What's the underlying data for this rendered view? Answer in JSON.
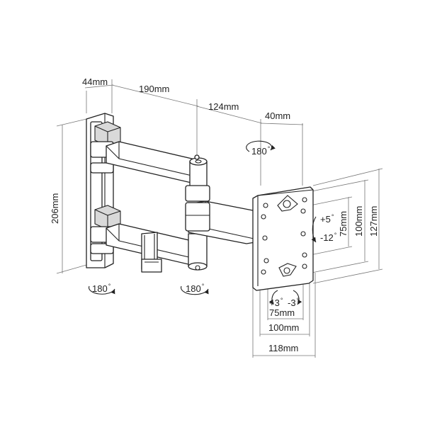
{
  "dimensions": {
    "plate_thickness": "44mm",
    "first_arm": "190mm",
    "second_arm": "124mm",
    "head_depth": "40mm",
    "plate_height": "206mm",
    "vesa_h_small": "75mm",
    "vesa_h_mid": "100mm",
    "vesa_h_large": "118mm",
    "vesa_v_small": "75mm",
    "vesa_v_mid": "100mm",
    "vesa_v_large": "127mm"
  },
  "rotations": {
    "head_swivel": "180",
    "wall_joint": "180",
    "elbow_joint": "180",
    "degree_symbol": "°"
  },
  "tilt": {
    "up": "+5",
    "down": "-12",
    "degree_symbol": "°"
  },
  "rotation": {
    "cw": "+3",
    "ccw": "-3",
    "degree_symbol": "°"
  },
  "colors": {
    "line": "#222222",
    "dimension_line": "#777777",
    "shade": "#d9d9d9"
  }
}
